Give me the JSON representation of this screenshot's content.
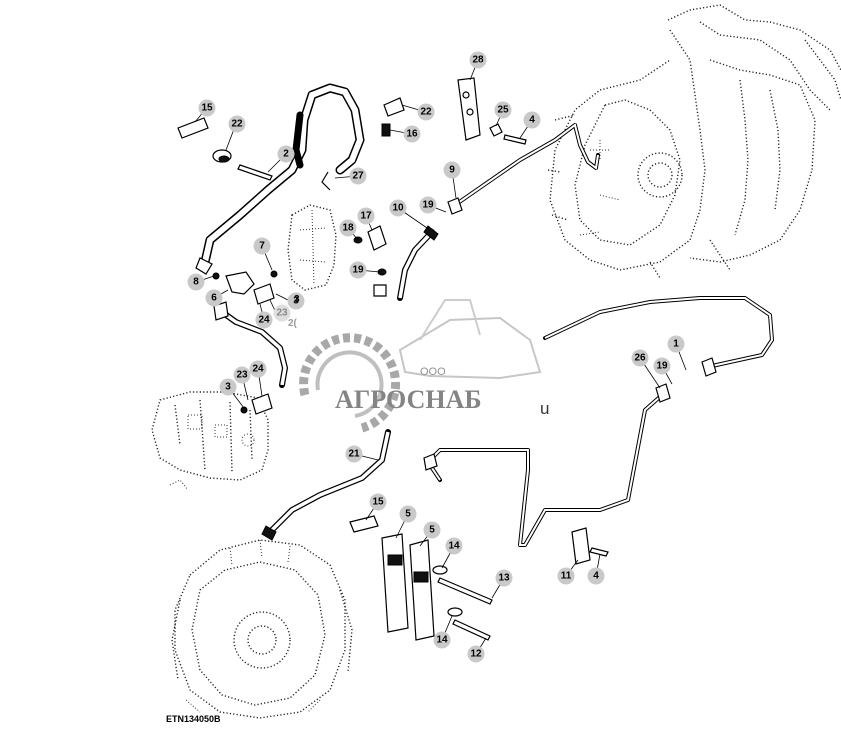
{
  "figure": {
    "id_label": "ETN134050B"
  },
  "watermark": {
    "company_prefix": "ООО",
    "company_name": "АГРОСНАБ",
    "suffix": "u"
  },
  "callouts": [
    {
      "label": "15"
    },
    {
      "label": "22"
    },
    {
      "label": "2"
    },
    {
      "label": "27"
    },
    {
      "label": "22"
    },
    {
      "label": "16"
    },
    {
      "label": "28"
    },
    {
      "label": "25"
    },
    {
      "label": "4"
    },
    {
      "label": "9"
    },
    {
      "label": "10"
    },
    {
      "label": "19"
    },
    {
      "label": "17"
    },
    {
      "label": "18"
    },
    {
      "label": "19"
    },
    {
      "label": "7"
    },
    {
      "label": "8"
    },
    {
      "label": "6"
    },
    {
      "label": "24"
    },
    {
      "label": "23"
    },
    {
      "label": "3"
    },
    {
      "label": "23"
    },
    {
      "label": "24"
    },
    {
      "label": "3"
    },
    {
      "label": "1"
    },
    {
      "label": "26"
    },
    {
      "label": "19"
    },
    {
      "label": "21"
    },
    {
      "label": "15"
    },
    {
      "label": "5"
    },
    {
      "label": "5"
    },
    {
      "label": "14"
    },
    {
      "label": "13"
    },
    {
      "label": "14"
    },
    {
      "label": "12"
    },
    {
      "label": "11"
    },
    {
      "label": "4"
    }
  ],
  "partial_labels": [
    {
      "label": "3"
    },
    {
      "label": "2("
    }
  ],
  "colors": {
    "callout_fill": "#c9c9c9",
    "line": "#000000",
    "watermark": "#8a8a8a"
  }
}
